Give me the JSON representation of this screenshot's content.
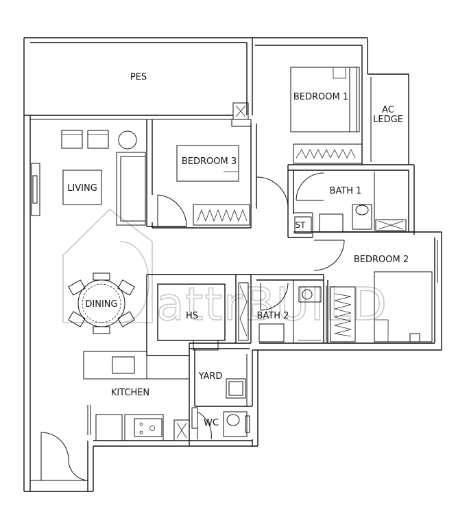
{
  "rooms": {
    "pes": "PES",
    "bedroom1": "BEDROOM 1",
    "ac_ledge_line1": "AC",
    "ac_ledge_line2": "LEDGE",
    "bedroom3": "BEDROOM 3",
    "living": "LIVING",
    "bath1": "BATH 1",
    "st": "ST",
    "bedroom2": "BEDROOM 2",
    "dining": "DINING",
    "hs": "HS",
    "bath2": "BATH 2",
    "yard": "YARD",
    "kitchen": "KITCHEN",
    "wc": "WC"
  },
  "watermark": {
    "text": "attrBUILD"
  },
  "colors": {
    "wall": "#111111",
    "watermark": "#c8c8c8",
    "background": "#ffffff"
  }
}
